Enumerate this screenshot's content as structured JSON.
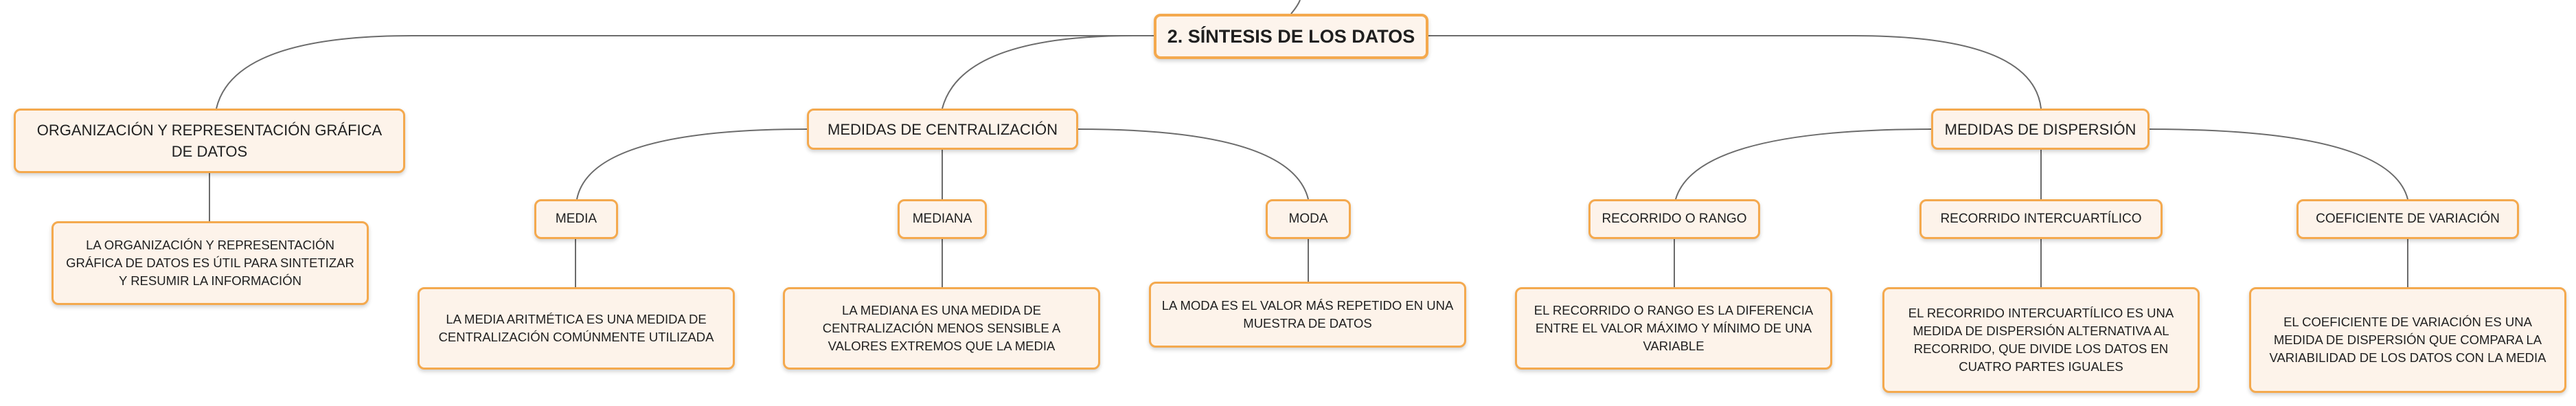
{
  "root": {
    "label": "2. SÍNTESIS DE LOS DATOS"
  },
  "org": {
    "label": "ORGANIZACIÓN Y REPRESENTACIÓN GRÁFICA DE DATOS",
    "desc": "LA ORGANIZACIÓN Y REPRESENTACIÓN GRÁFICA DE DATOS ES ÚTIL PARA SINTETIZAR Y RESUMIR LA INFORMACIÓN"
  },
  "centralizacion": {
    "label": "MEDIDAS DE CENTRALIZACIÓN",
    "media": {
      "label": "MEDIA",
      "desc": "LA MEDIA ARITMÉTICA ES UNA MEDIDA DE CENTRALIZACIÓN COMÚNMENTE UTILIZADA"
    },
    "mediana": {
      "label": "MEDIANA",
      "desc": "LA MEDIANA ES UNA MEDIDA DE CENTRALIZACIÓN MENOS SENSIBLE A VALORES EXTREMOS QUE LA MEDIA"
    },
    "moda": {
      "label": "MODA",
      "desc": "LA MODA ES EL VALOR MÁS REPETIDO EN UNA MUESTRA DE DATOS"
    }
  },
  "dispersion": {
    "label": "MEDIDAS DE DISPERSIÓN",
    "rango": {
      "label": "RECORRIDO O RANGO",
      "desc": "EL RECORRIDO O RANGO ES LA DIFERENCIA ENTRE EL VALOR MÁXIMO Y MÍNIMO DE UNA VARIABLE"
    },
    "intercuartilico": {
      "label": "RECORRIDO INTERCUARTÍLICO",
      "desc": "EL RECORRIDO INTERCUARTÍLICO ES UNA MEDIDA DE DISPERSIÓN ALTERNATIVA AL RECORRIDO, QUE DIVIDE LOS DATOS EN CUATRO PARTES IGUALES"
    },
    "variacion": {
      "label": "COEFICIENTE DE VARIACIÓN",
      "desc": "EL COEFICIENTE DE VARIACIÓN ES UNA MEDIDA DE DISPERSIÓN QUE COMPARA LA VARIABILIDAD DE LOS DATOS CON LA MEDIA"
    }
  },
  "colors": {
    "node_border": "#f4a94e",
    "node_fill": "#fdf3ea",
    "connector": "#6b6b6b"
  }
}
